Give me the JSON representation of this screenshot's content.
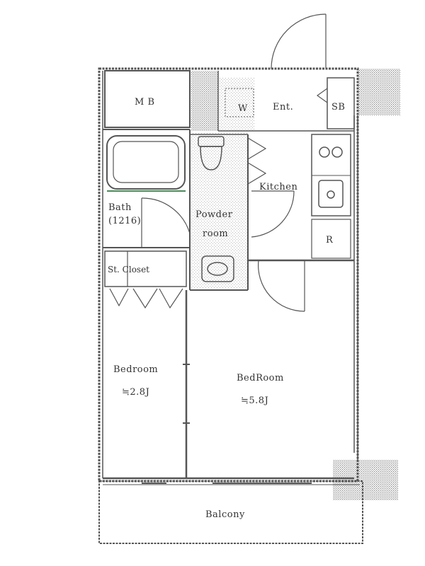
{
  "rooms": {
    "mb": "M B",
    "w": "W",
    "entrance": "Ent.",
    "shoe_box": "SB",
    "bath_line1": "Bath",
    "bath_line2": "(1216)",
    "powder_line1": "Powder",
    "powder_line2": "room",
    "kitchen": "Kitchen",
    "refrigerator": "R",
    "storage_closet": "St. Closet",
    "bedroom_small": "Bedroom",
    "bedroom_small_area": "≒2.8J",
    "bedroom_large": "BedRoom",
    "bedroom_large_area": "≒5.8J",
    "balcony": "Balcony"
  },
  "colors": {
    "wall": "#555555",
    "hatch": "#8a8a8a",
    "paper": "#ffffff"
  }
}
